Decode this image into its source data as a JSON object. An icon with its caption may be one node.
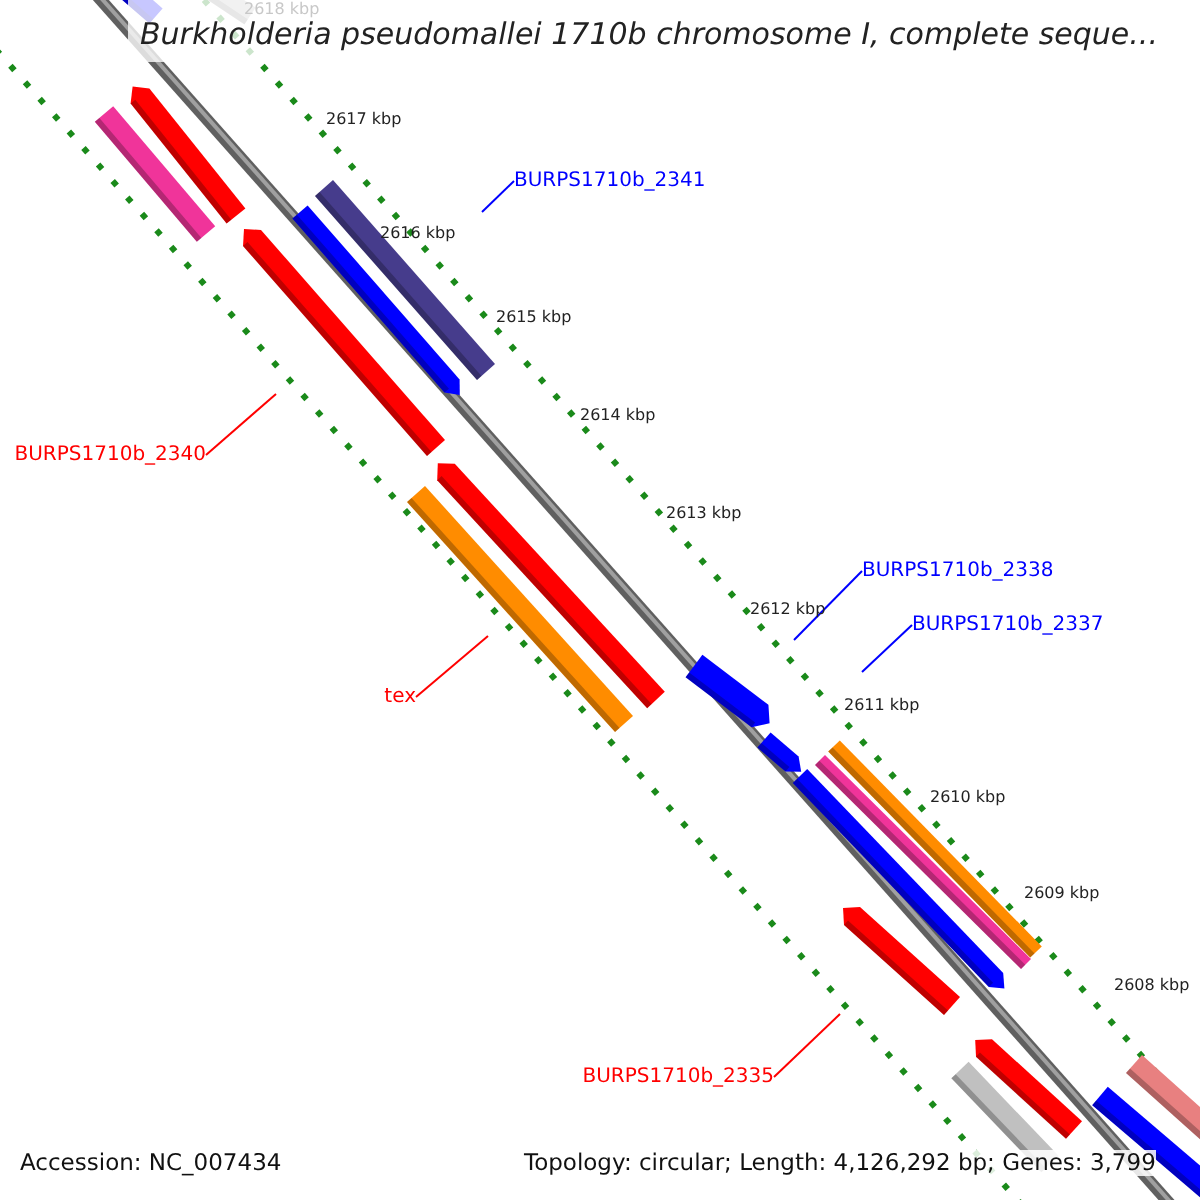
{
  "diagram": {
    "title": "Burkholderia pseudomallei 1710b chromosome I, complete seque...",
    "nodes": [
      {
        "text": [
          "BURPS1710b_2341"
        ]
      },
      {
        "text": [
          "BURPS1710b_2340"
        ]
      },
      {
        "text": [
          "BURPS1710b_2338"
        ]
      },
      {
        "text": [
          "BURPS1710b_2337"
        ]
      },
      {
        "text": [
          "tex"
        ]
      },
      {
        "text": [
          "BURPS1710b_2335"
        ]
      }
    ],
    "edges": [
      {
        "from": 0,
        "to": null,
        "arrow": "none"
      },
      {
        "from": 1,
        "to": null,
        "arrow": "none",
        "color": "#ff0000"
      },
      {
        "from": 2,
        "to": null,
        "arrow": "none"
      },
      {
        "from": 3,
        "to": null,
        "arrow": "none"
      },
      {
        "from": 4,
        "to": null,
        "arrow": "none",
        "color": "#ff0000"
      },
      {
        "from": 5,
        "to": null,
        "arrow": "none",
        "color": "#ff0000"
      }
    ],
    "labels": [
      "2618 kbp",
      "2617 kbp",
      "2616 kbp",
      "2615 kbp",
      "2614 kbp",
      "2613 kbp",
      "2612 kbp",
      "2611 kbp",
      "2610 kbp",
      "2609 kbp",
      "2608 kbp",
      "Accession: NC_007434",
      "Topology: circular; Length: 4,126,292 bp; Genes: 3,799"
    ]
  }
}
